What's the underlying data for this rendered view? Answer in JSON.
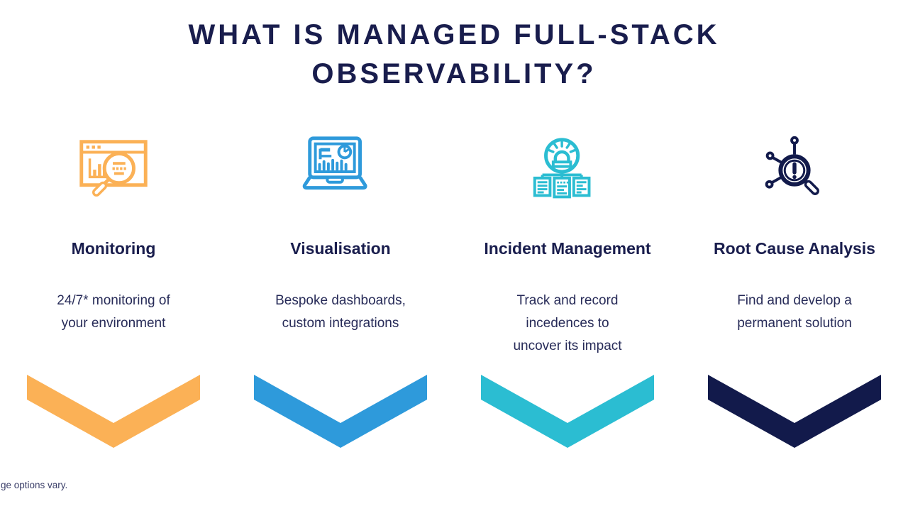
{
  "title": "WHAT IS MANAGED FULL-STACK\nOBSERVABILITY?",
  "footnote": "ge options vary.",
  "palette": {
    "heading_text": "#191D4D",
    "body_text": "#272B58",
    "orange": "#FBB156",
    "blue": "#2E9ADB",
    "teal": "#2BBDD2",
    "navy": "#121A4B"
  },
  "columns": [
    {
      "icon": "monitoring-window-magnifier-icon",
      "title": "Monitoring",
      "description": "24/7* monitoring of\nyour environment",
      "color": "#FBB156"
    },
    {
      "icon": "laptop-dashboard-icon",
      "title": "Visualisation",
      "description": "Bespoke dashboards,\ncustom integrations",
      "color": "#2E9ADB"
    },
    {
      "icon": "alarm-documents-icon",
      "title": "Incident Management",
      "description": "Track and record\nincedences to\nuncover its impact",
      "color": "#2BBDD2"
    },
    {
      "icon": "magnifier-alert-nodes-icon",
      "title": "Root Cause Analysis",
      "description": "Find and develop a\npermanent solution",
      "color": "#121A4B"
    }
  ]
}
